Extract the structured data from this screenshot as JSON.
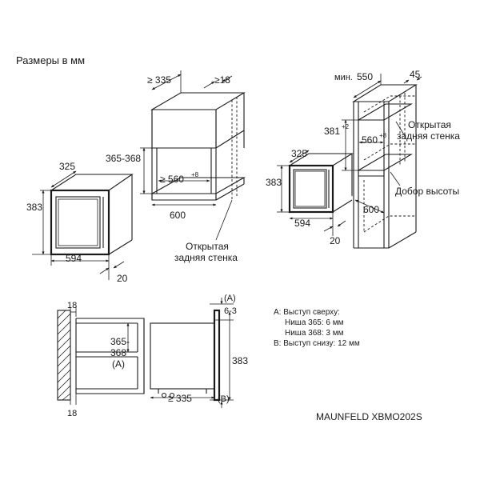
{
  "title": "Размеры в мм",
  "model": "MAUNFELD XBMO202S",
  "colors": {
    "line": "#1a1a1a",
    "background": "#ffffff",
    "hatch": "#1a1a1a"
  },
  "views": {
    "front": {
      "width": "594",
      "height": "383",
      "depth": "325",
      "protrusion": "20"
    },
    "niche_upper": {
      "width": "≥ 560",
      "width_tol": "+8",
      "depth": "≥ 335",
      "height": "365-368",
      "rear_gap": "≥18",
      "front_width": "600",
      "rear_wall_line1": "Открытая",
      "rear_wall_line2": "задняя стенка"
    },
    "niche_column": {
      "min_depth_prefix": "мин.",
      "min_depth": "550",
      "rear": "45",
      "height": "381",
      "height_tol": "+2",
      "width": "560",
      "width_tol": "+8",
      "front_width": "600",
      "rear_wall_line1": "Открытая",
      "rear_wall_line2": "задняя стенка",
      "shelf": "Добор высоты",
      "oven_depth": "325",
      "oven_height": "383",
      "oven_width": "594",
      "oven_protrusion": "20"
    },
    "side": {
      "top_gap": "18",
      "bottom_gap": "18",
      "niche_height_line1": "365-",
      "niche_height_line2": "368",
      "niche_height_line3": "(A)",
      "depth": "≥ 335",
      "marker_a": "(A)",
      "marker_b": "(B)",
      "offset": "6-3",
      "height": "383"
    }
  },
  "legend": {
    "a_title": "A: Выступ сверху:",
    "a_line1": "Ниша 365: 6 мм",
    "a_line2": "Ниша 368: 3 мм",
    "b_line": "B: Выступ снизу: 12 мм"
  }
}
